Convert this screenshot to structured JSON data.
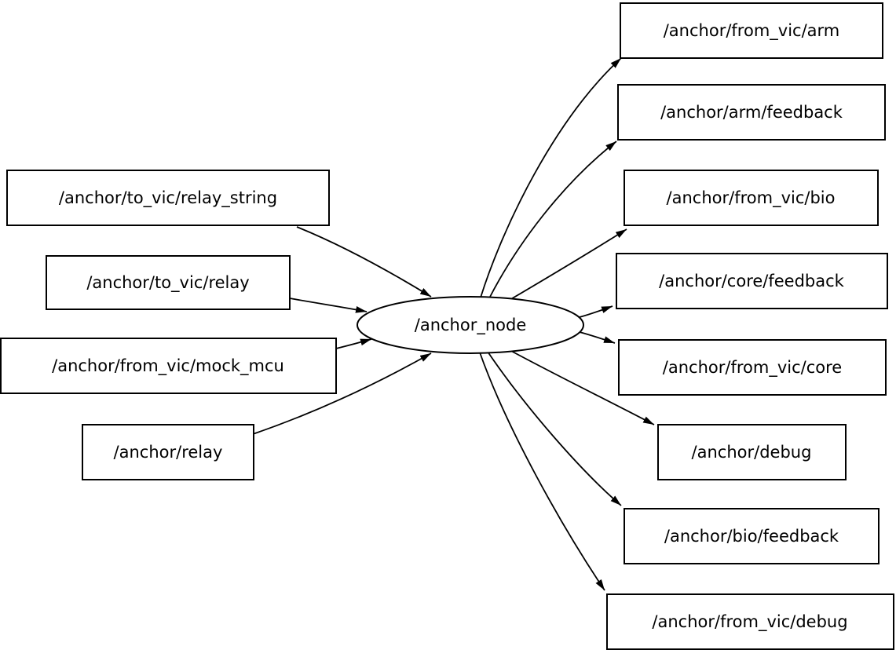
{
  "graph": {
    "node": {
      "label": "/anchor_node",
      "shape": "ellipse"
    },
    "input_topics": [
      {
        "label": "/anchor/to_vic/relay_string"
      },
      {
        "label": "/anchor/to_vic/relay"
      },
      {
        "label": "/anchor/from_vic/mock_mcu"
      },
      {
        "label": "/anchor/relay"
      }
    ],
    "output_topics": [
      {
        "label": "/anchor/from_vic/arm"
      },
      {
        "label": "/anchor/arm/feedback"
      },
      {
        "label": "/anchor/from_vic/bio"
      },
      {
        "label": "/anchor/core/feedback"
      },
      {
        "label": "/anchor/from_vic/core"
      },
      {
        "label": "/anchor/debug"
      },
      {
        "label": "/anchor/bio/feedback"
      },
      {
        "label": "/anchor/from_vic/debug"
      }
    ],
    "edges": [
      {
        "from": "/anchor/to_vic/relay_string",
        "to": "/anchor_node"
      },
      {
        "from": "/anchor/to_vic/relay",
        "to": "/anchor_node"
      },
      {
        "from": "/anchor/from_vic/mock_mcu",
        "to": "/anchor_node"
      },
      {
        "from": "/anchor/relay",
        "to": "/anchor_node"
      },
      {
        "from": "/anchor_node",
        "to": "/anchor/from_vic/arm"
      },
      {
        "from": "/anchor_node",
        "to": "/anchor/arm/feedback"
      },
      {
        "from": "/anchor_node",
        "to": "/anchor/from_vic/bio"
      },
      {
        "from": "/anchor_node",
        "to": "/anchor/core/feedback"
      },
      {
        "from": "/anchor_node",
        "to": "/anchor/from_vic/core"
      },
      {
        "from": "/anchor_node",
        "to": "/anchor/debug"
      },
      {
        "from": "/anchor_node",
        "to": "/anchor/bio/feedback"
      },
      {
        "from": "/anchor_node",
        "to": "/anchor/from_vic/debug"
      }
    ],
    "colors": {
      "background": "#ffffff",
      "node_fill": "#ffffff",
      "stroke": "#000000",
      "text": "#000000"
    }
  }
}
